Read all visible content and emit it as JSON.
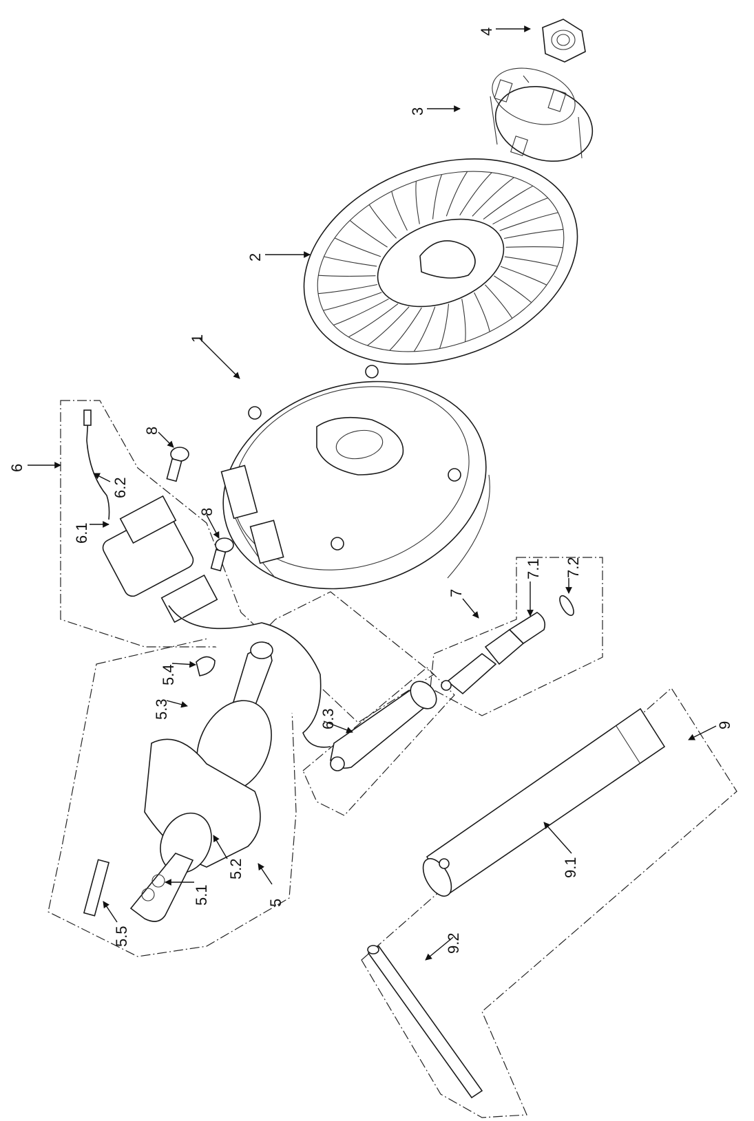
{
  "diagram": {
    "labels": {
      "p1": "1",
      "p2": "2",
      "p3": "3",
      "p4": "4",
      "p5": "5",
      "p5_1": "5.1",
      "p5_2": "5.2",
      "p5_3": "5.3",
      "p5_4": "5.4",
      "p5_5": "5.5",
      "p6": "6",
      "p6_1": "6.1",
      "p6_2": "6.2",
      "p6_3": "6.3",
      "p7": "7",
      "p7_1": "7.1",
      "p7_2": "7.2",
      "p8a": "8",
      "p8b": "8",
      "p9": "9",
      "p9_1": "9.1",
      "p9_2": "9.2"
    }
  }
}
